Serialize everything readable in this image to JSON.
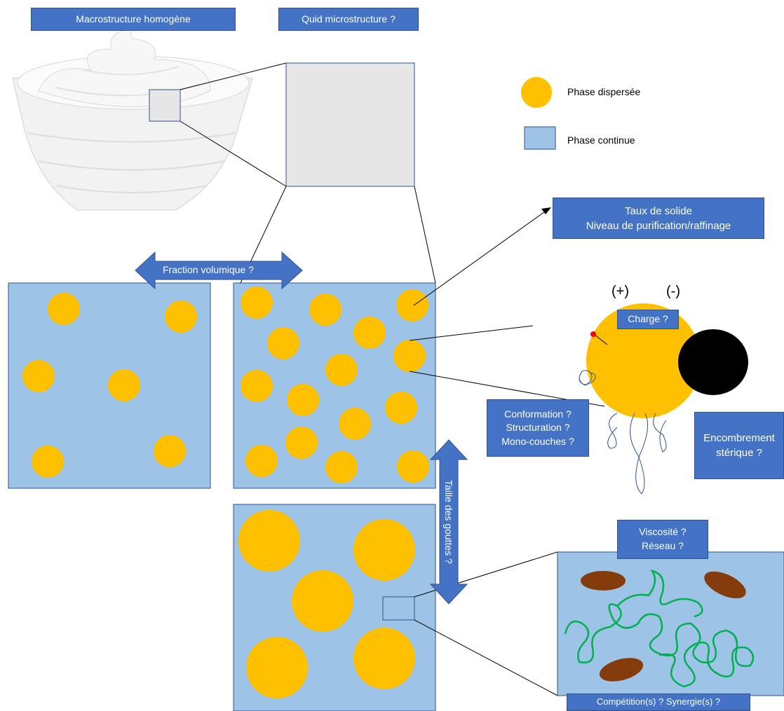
{
  "title_boxes": {
    "macro": "Macrostructure homogène",
    "micro": "Quid microstructure ?"
  },
  "legend": {
    "dispersed": "Phase dispersée",
    "continuous": "Phase continue"
  },
  "labels": {
    "volume_fraction": "Fraction volumique ?",
    "solid_rate": "Taux de solide\nNiveau de purification/raffinage",
    "plus": "(+)",
    "minus": "(-)",
    "charge": "Charge ?",
    "conformation": "Conformation ?\nStructuration ?\nMono-couches ?",
    "steric": "Encombrement\nstérique ?",
    "drop_size": "Taille des gouttes ?",
    "viscosity": "Viscosité ?\nRéseau ?",
    "competition": "Compétition(s) ? Synergie(s) ?"
  },
  "colors": {
    "dispersed": "#ffc000",
    "continuous": "#9dc3e6",
    "box_fill": "#4472c4",
    "micro_square": "#e7e6e6",
    "polymer": "#00b050",
    "particle": "#843c0c"
  },
  "icons": [
    "yogurt-bowl-image",
    "double-arrow-horizontal",
    "double-arrow-vertical",
    "polymer-chain-icon"
  ]
}
